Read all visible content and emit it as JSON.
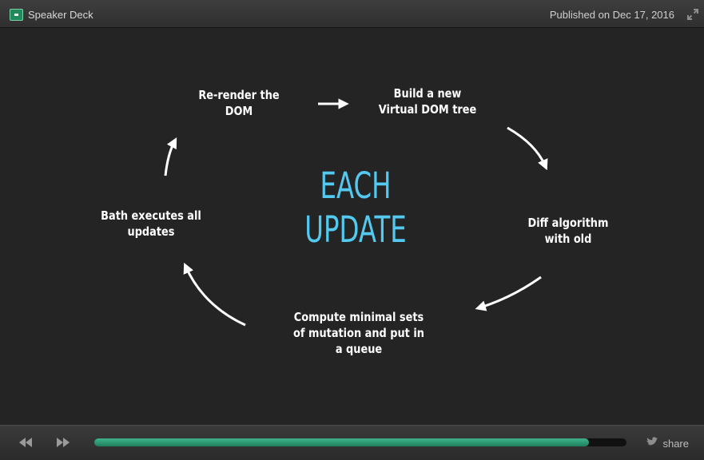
{
  "header": {
    "brand_label": "Speaker Deck",
    "published_label": "Published on Dec 17, 2016"
  },
  "slide": {
    "center_title": "EACH\nUPDATE",
    "steps": [
      "Re-render the\nDOM",
      "Build a new\nVirtual DOM tree",
      "Diff algorithm\nwith old",
      "Compute minimal sets\nof mutation and put in\na queue",
      "Bath executes all\nupdates"
    ]
  },
  "player": {
    "progress": 0.93,
    "share_label": "share"
  },
  "colors": {
    "accent": "#54c9f0",
    "progress": "#2a9d74"
  }
}
